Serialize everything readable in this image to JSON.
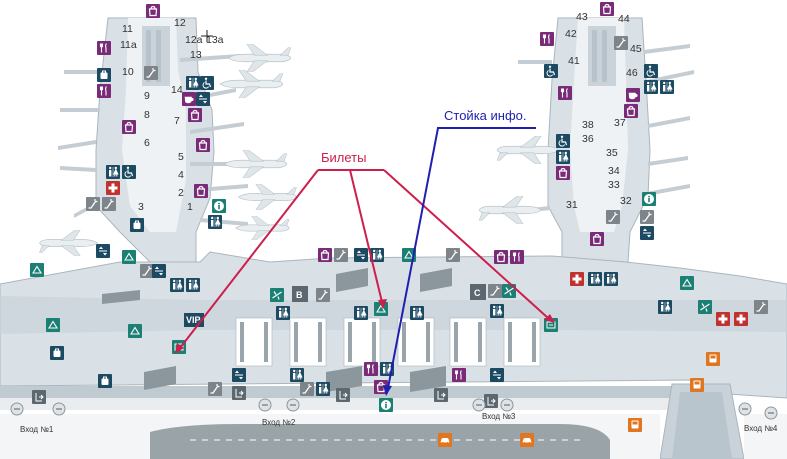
{
  "map": {
    "gates_left": [
      "11",
      "12",
      "11a",
      "12a",
      "13a",
      "13",
      "10",
      "14",
      "9",
      "8",
      "7",
      "6",
      "5",
      "4",
      "2",
      "3",
      "1"
    ],
    "gates_right": [
      "43",
      "44",
      "42",
      "45",
      "41",
      "46",
      "38",
      "37",
      "36",
      "35",
      "34",
      "33",
      "32",
      "31"
    ],
    "terminal_letters": [
      "B",
      "C"
    ],
    "vip_label": "VIP",
    "entrances": [
      "Вход №1",
      "Вход №2",
      "Вход №3",
      "Вход №4"
    ]
  },
  "annotations": {
    "tickets": {
      "label": "Билеты",
      "color": "#cc1f4b"
    },
    "info_desk": {
      "label": "Стойка инфо.",
      "color": "#1f1fb0"
    }
  },
  "icons": {
    "shop_color": "#7a2b78",
    "service_color": "#1d4a63",
    "green_color": "#1b7f74",
    "red_color": "#c0322f",
    "orange_color": "#e0761f",
    "names": [
      "shop-icon",
      "restaurant-icon",
      "cafe-icon",
      "wc-icon",
      "disabled-icon",
      "first-aid-icon",
      "info-icon",
      "elevator-icon",
      "escalator-icon",
      "ticket-icon",
      "taxi-icon",
      "bus-icon",
      "baggage-icon",
      "departure-icon",
      "arrival-icon",
      "exit-icon"
    ]
  }
}
